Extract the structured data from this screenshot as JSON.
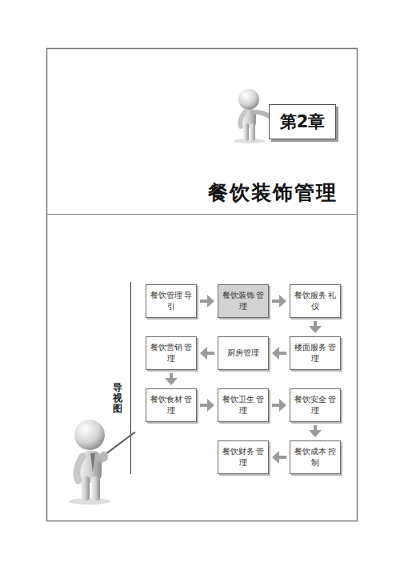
{
  "diagram": {
    "title": "餐饮装饰管理",
    "nodes": [
      {
        "text": [
          "第2章"
        ]
      },
      {
        "text": [
          "餐饮管理 导引"
        ]
      },
      {
        "text": [
          "餐饮装饰 管理"
        ]
      },
      {
        "text": [
          "餐饮服务 礼仪"
        ]
      },
      {
        "text": [
          "餐饮营销 管理"
        ]
      },
      {
        "text": [
          "厨房管理"
        ]
      },
      {
        "text": [
          "楼面服务 管理"
        ]
      },
      {
        "text": [
          "餐饮食材 管理"
        ]
      },
      {
        "text": [
          "餐饮卫生 管理"
        ]
      },
      {
        "text": [
          "餐饮安全 管理"
        ]
      },
      {
        "text": [
          "餐饮财务 管理"
        ]
      },
      {
        "text": [
          "餐饮成本 控制"
        ]
      }
    ],
    "edges": [
      {
        "from": 1,
        "to": 2,
        "arrow": "to"
      },
      {
        "from": 2,
        "to": 3,
        "arrow": "to"
      },
      {
        "from": 3,
        "to": 6,
        "arrow": "to"
      },
      {
        "from": 6,
        "to": 5,
        "arrow": "to"
      },
      {
        "from": 5,
        "to": 4,
        "arrow": "to"
      },
      {
        "from": 4,
        "to": 7,
        "arrow": "to"
      },
      {
        "from": 7,
        "to": 8,
        "arrow": "to"
      },
      {
        "from": 8,
        "to": 9,
        "arrow": "to"
      },
      {
        "from": 9,
        "to": 11,
        "arrow": "to"
      },
      {
        "from": 11,
        "to": 10,
        "arrow": "to"
      }
    ],
    "labels": [
      "导视图"
    ]
  }
}
